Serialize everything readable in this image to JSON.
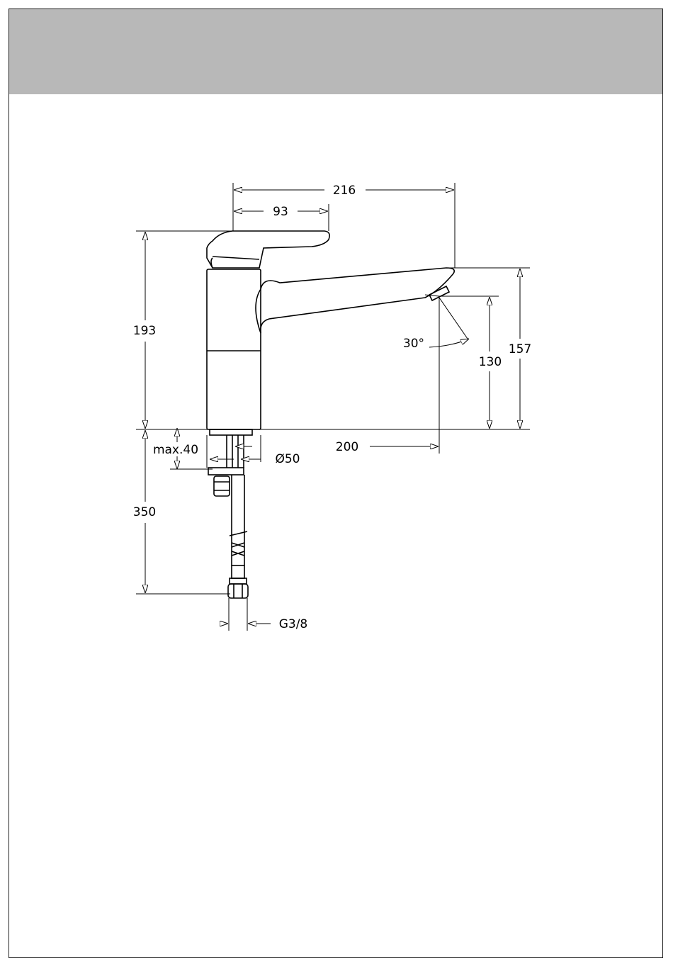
{
  "colors": {
    "header_band": "#b8b8b8",
    "line": "#000000"
  },
  "dimensions": {
    "overall_width": "216",
    "handle_width": "93",
    "total_height": "193",
    "spout_height": "157",
    "outlet_height": "130",
    "swivel_angle": "30°",
    "spout_reach": "200",
    "body_diameter": "Ø50",
    "max_counter_thickness": "max.40",
    "hose_length": "350",
    "connection_thread": "G3/8"
  }
}
